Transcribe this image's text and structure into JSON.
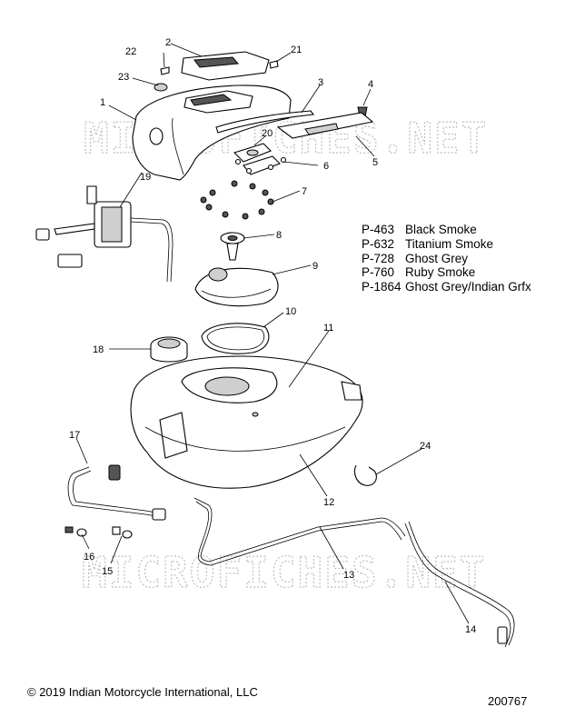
{
  "colors": {
    "line": "#000000",
    "watermark": "#bdbdbd",
    "background": "#ffffff"
  },
  "watermark": {
    "text": "MICROFICHES.NET"
  },
  "callouts": {
    "c1": "1",
    "c2": "2",
    "c3": "3",
    "c4": "4",
    "c5": "5",
    "c6": "6",
    "c7": "7",
    "c8": "8",
    "c9": "9",
    "c10": "10",
    "c11": "11",
    "c12": "12",
    "c13": "13",
    "c14": "14",
    "c15": "15",
    "c16": "16",
    "c17": "17",
    "c18": "18",
    "c19": "19",
    "c20": "20",
    "c21": "21",
    "c22": "22",
    "c23": "23",
    "c24": "24"
  },
  "legend": [
    {
      "code": "P-463",
      "name": "Black Smoke"
    },
    {
      "code": "P-632",
      "name": "Titanium Smoke"
    },
    {
      "code": "P-728",
      "name": "Ghost Grey"
    },
    {
      "code": "P-760",
      "name": "Ruby Smoke"
    },
    {
      "code": "P-1864",
      "name": "Ghost Grey/Indian Grfx"
    }
  ],
  "footer": {
    "copyright": "© 2019 Indian Motorcycle International, LLC",
    "drawing_number": "200767"
  }
}
